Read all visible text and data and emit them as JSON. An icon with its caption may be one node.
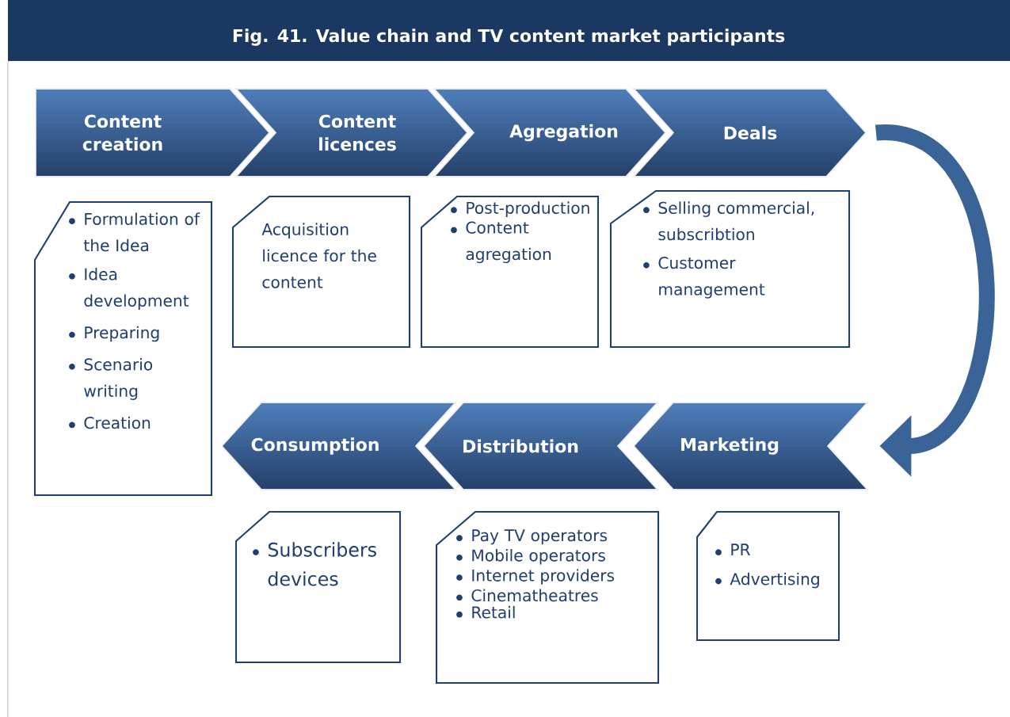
{
  "diagram": {
    "title": "Fig. 41. Value chain and TV content market participants",
    "nodes": [
      {
        "text": [
          "Content creation"
        ]
      },
      {
        "text": [
          "Content licences"
        ]
      },
      {
        "text": [
          "Agregation"
        ]
      },
      {
        "text": [
          "Deals"
        ]
      },
      {
        "text": [
          "Formulation of the Idea",
          "Idea development",
          "Preparing",
          "Scenario writing",
          "Creation"
        ]
      },
      {
        "text": [
          "Acquisition licence for the content"
        ]
      },
      {
        "text": [
          "Post-production",
          "Content agregation"
        ]
      },
      {
        "text": [
          "Selling commercial, subscribtion",
          "Customer management"
        ]
      },
      {
        "text": [
          "Consumption"
        ]
      },
      {
        "text": [
          "Distribution"
        ]
      },
      {
        "text": [
          "Marketing"
        ]
      },
      {
        "text": [
          "Subscribers devices"
        ]
      },
      {
        "text": [
          "Pay TV operators",
          "Mobile operators",
          "Internet providers",
          "Cinematheatres",
          "Retail"
        ]
      },
      {
        "text": [
          "PR",
          "Advertising"
        ]
      }
    ],
    "edges": [
      {
        "from": 3,
        "to": 10,
        "arrow": "to"
      }
    ]
  }
}
